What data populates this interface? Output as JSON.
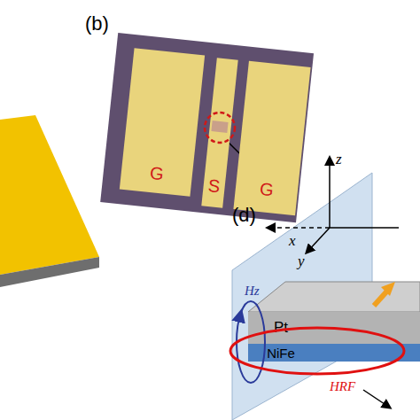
{
  "diagram": {
    "nodes": [
      {
        "text": [
          "G"
        ]
      },
      {
        "text": [
          "S"
        ]
      },
      {
        "text": [
          "G"
        ]
      },
      {
        "text": [
          "Pt"
        ]
      },
      {
        "text": [
          "NiFe"
        ]
      }
    ],
    "labels": [
      "(b)",
      "(d)",
      "x",
      "z",
      "y",
      "Hz",
      "HRF"
    ]
  }
}
